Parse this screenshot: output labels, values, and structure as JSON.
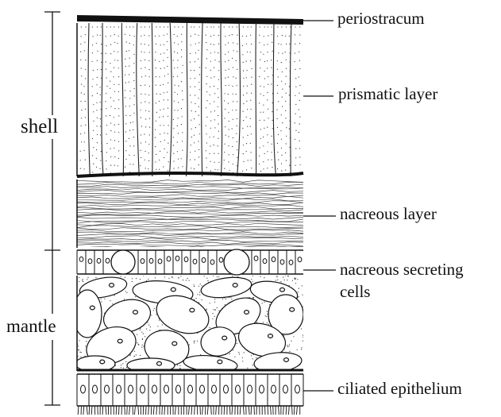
{
  "labels": {
    "shell": "shell",
    "mantle": "mantle",
    "periostracum": "periostracum",
    "prismatic_layer": "prismatic layer",
    "nacreous_layer": "nacreous layer",
    "nacreous_secreting_line1": "nacreous secreting",
    "nacreous_secreting_line2": "cells",
    "ciliated_epithelium": "ciliated epithelium"
  },
  "colors": {
    "ink": "#111111",
    "background": "#ffffff"
  }
}
